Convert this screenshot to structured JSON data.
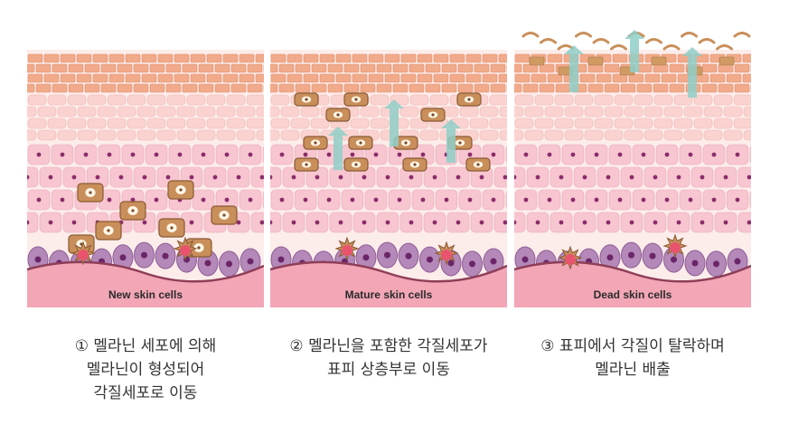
{
  "panels": [
    {
      "label": "New skin cells",
      "caption": [
        "① 멜라닌 세포에 의해",
        "멜라닌이 형성되어",
        "각질세포로 이동"
      ]
    },
    {
      "label": "Mature skin cells",
      "caption": [
        "② 멜라닌을 포함한 각질세포가",
        "표피 상층부로 이동"
      ]
    },
    {
      "label": "Dead skin cells",
      "caption": [
        "③ 표피에서 각질이 탈락하며",
        "멜라닌 배출"
      ]
    }
  ],
  "colors": {
    "brick": "#f1aa8a",
    "cell_light": "#fbe0e3",
    "cell_pink": "#f7c6d0",
    "basal": "#b488b8",
    "dermis": "#f2a6b6",
    "melanin_cell": "#c98f5a",
    "arrow": "#8fcfc8"
  }
}
